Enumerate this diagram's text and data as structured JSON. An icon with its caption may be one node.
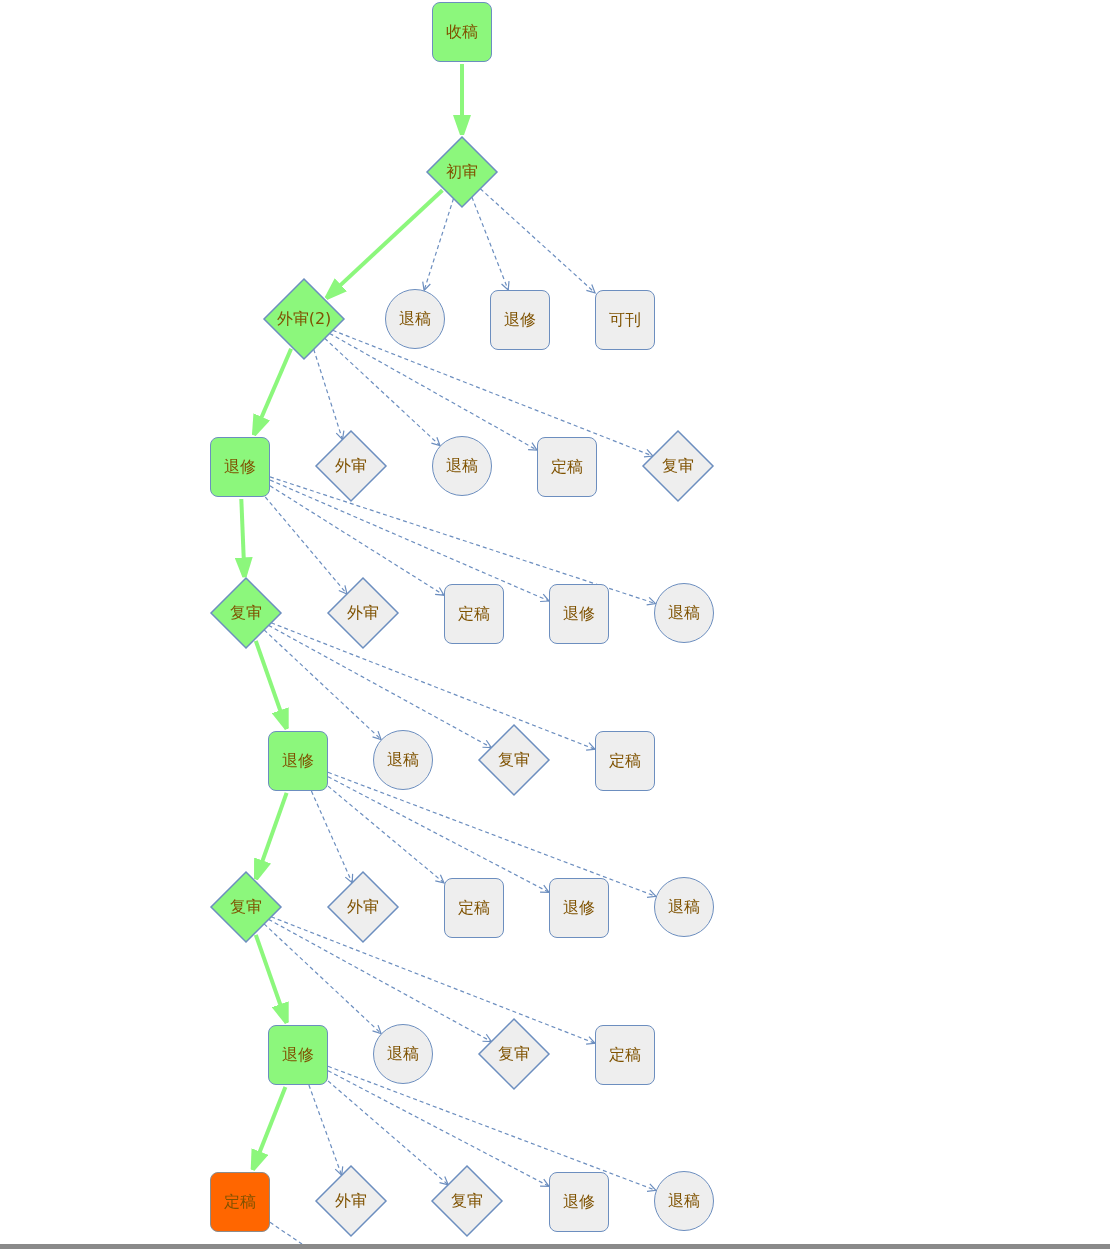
{
  "diagram": {
    "nodes": [
      {
        "text": [
          "收稿"
        ]
      },
      {
        "text": [
          "初审"
        ]
      },
      {
        "text": [
          "外审(2)"
        ]
      },
      {
        "text": [
          "退稿"
        ]
      },
      {
        "text": [
          "退修"
        ]
      },
      {
        "text": [
          "可刊"
        ]
      },
      {
        "text": [
          "退修"
        ]
      },
      {
        "text": [
          "外审"
        ]
      },
      {
        "text": [
          "退稿"
        ]
      },
      {
        "text": [
          "定稿"
        ]
      },
      {
        "text": [
          "复审"
        ]
      },
      {
        "text": [
          "复审"
        ]
      },
      {
        "text": [
          "外审"
        ]
      },
      {
        "text": [
          "定稿"
        ]
      },
      {
        "text": [
          "退修"
        ]
      },
      {
        "text": [
          "退稿"
        ]
      },
      {
        "text": [
          "退修"
        ]
      },
      {
        "text": [
          "退稿"
        ]
      },
      {
        "text": [
          "复审"
        ]
      },
      {
        "text": [
          "定稿"
        ]
      },
      {
        "text": [
          "复审"
        ]
      },
      {
        "text": [
          "外审"
        ]
      },
      {
        "text": [
          "定稿"
        ]
      },
      {
        "text": [
          "退修"
        ]
      },
      {
        "text": [
          "退稿"
        ]
      },
      {
        "text": [
          "退修"
        ]
      },
      {
        "text": [
          "退稿"
        ]
      },
      {
        "text": [
          "复审"
        ]
      },
      {
        "text": [
          "定稿"
        ]
      },
      {
        "text": [
          "定稿"
        ]
      },
      {
        "text": [
          "外审"
        ]
      },
      {
        "text": [
          "复审"
        ]
      },
      {
        "text": [
          "退修"
        ]
      },
      {
        "text": [
          "退稿"
        ]
      }
    ],
    "edges": [
      {
        "from": 0,
        "to": 1,
        "arrow": "to",
        "style": "thick",
        "color": "#8cf77c"
      },
      {
        "from": 1,
        "to": 2,
        "arrow": "to",
        "style": "thick",
        "color": "#8cf77c"
      },
      {
        "from": 1,
        "to": 3,
        "arrow": "to",
        "style": "dashed"
      },
      {
        "from": 1,
        "to": 4,
        "arrow": "to",
        "style": "dashed"
      },
      {
        "from": 1,
        "to": 5,
        "arrow": "to",
        "style": "dashed"
      },
      {
        "from": 2,
        "to": 6,
        "arrow": "to",
        "style": "thick",
        "color": "#8cf77c"
      },
      {
        "from": 2,
        "to": 7,
        "arrow": "to",
        "style": "dashed"
      },
      {
        "from": 2,
        "to": 8,
        "arrow": "to",
        "style": "dashed"
      },
      {
        "from": 2,
        "to": 9,
        "arrow": "to",
        "style": "dashed"
      },
      {
        "from": 2,
        "to": 10,
        "arrow": "to",
        "style": "dashed"
      },
      {
        "from": 6,
        "to": 11,
        "arrow": "to",
        "style": "thick",
        "color": "#8cf77c"
      },
      {
        "from": 6,
        "to": 12,
        "arrow": "to",
        "style": "dashed"
      },
      {
        "from": 6,
        "to": 13,
        "arrow": "to",
        "style": "dashed"
      },
      {
        "from": 6,
        "to": 14,
        "arrow": "to",
        "style": "dashed"
      },
      {
        "from": 6,
        "to": 15,
        "arrow": "to",
        "style": "dashed"
      },
      {
        "from": 11,
        "to": 16,
        "arrow": "to",
        "style": "thick",
        "color": "#8cf77c"
      },
      {
        "from": 11,
        "to": 17,
        "arrow": "to",
        "style": "dashed"
      },
      {
        "from": 11,
        "to": 18,
        "arrow": "to",
        "style": "dashed"
      },
      {
        "from": 11,
        "to": 19,
        "arrow": "to",
        "style": "dashed"
      },
      {
        "from": 16,
        "to": 20,
        "arrow": "to",
        "style": "thick",
        "color": "#8cf77c"
      },
      {
        "from": 16,
        "to": 21,
        "arrow": "to",
        "style": "dashed"
      },
      {
        "from": 16,
        "to": 22,
        "arrow": "to",
        "style": "dashed"
      },
      {
        "from": 16,
        "to": 23,
        "arrow": "to",
        "style": "dashed"
      },
      {
        "from": 16,
        "to": 24,
        "arrow": "to",
        "style": "dashed"
      },
      {
        "from": 20,
        "to": 25,
        "arrow": "to",
        "style": "thick",
        "color": "#8cf77c"
      },
      {
        "from": 20,
        "to": 26,
        "arrow": "to",
        "style": "dashed"
      },
      {
        "from": 20,
        "to": 27,
        "arrow": "to",
        "style": "dashed"
      },
      {
        "from": 20,
        "to": 28,
        "arrow": "to",
        "style": "dashed"
      },
      {
        "from": 25,
        "to": 29,
        "arrow": "to",
        "style": "thick",
        "color": "#8cf77c"
      },
      {
        "from": 25,
        "to": 30,
        "arrow": "to",
        "style": "dashed"
      },
      {
        "from": 25,
        "to": 31,
        "arrow": "to",
        "style": "dashed"
      },
      {
        "from": 25,
        "to": 32,
        "arrow": "to",
        "style": "dashed"
      },
      {
        "from": 25,
        "to": 33,
        "arrow": "to",
        "style": "dashed"
      },
      {
        "from": 29,
        "to": null,
        "arrow": "none",
        "style": "dashed"
      }
    ]
  }
}
